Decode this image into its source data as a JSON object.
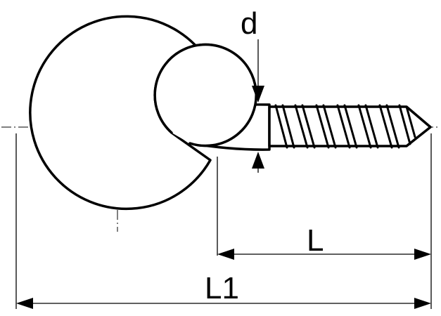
{
  "diagram": {
    "dimensions": {
      "d": "d",
      "L": "L",
      "L1": "L1"
    },
    "colors": {
      "ink": "#000000",
      "paper": "#ffffff"
    }
  }
}
